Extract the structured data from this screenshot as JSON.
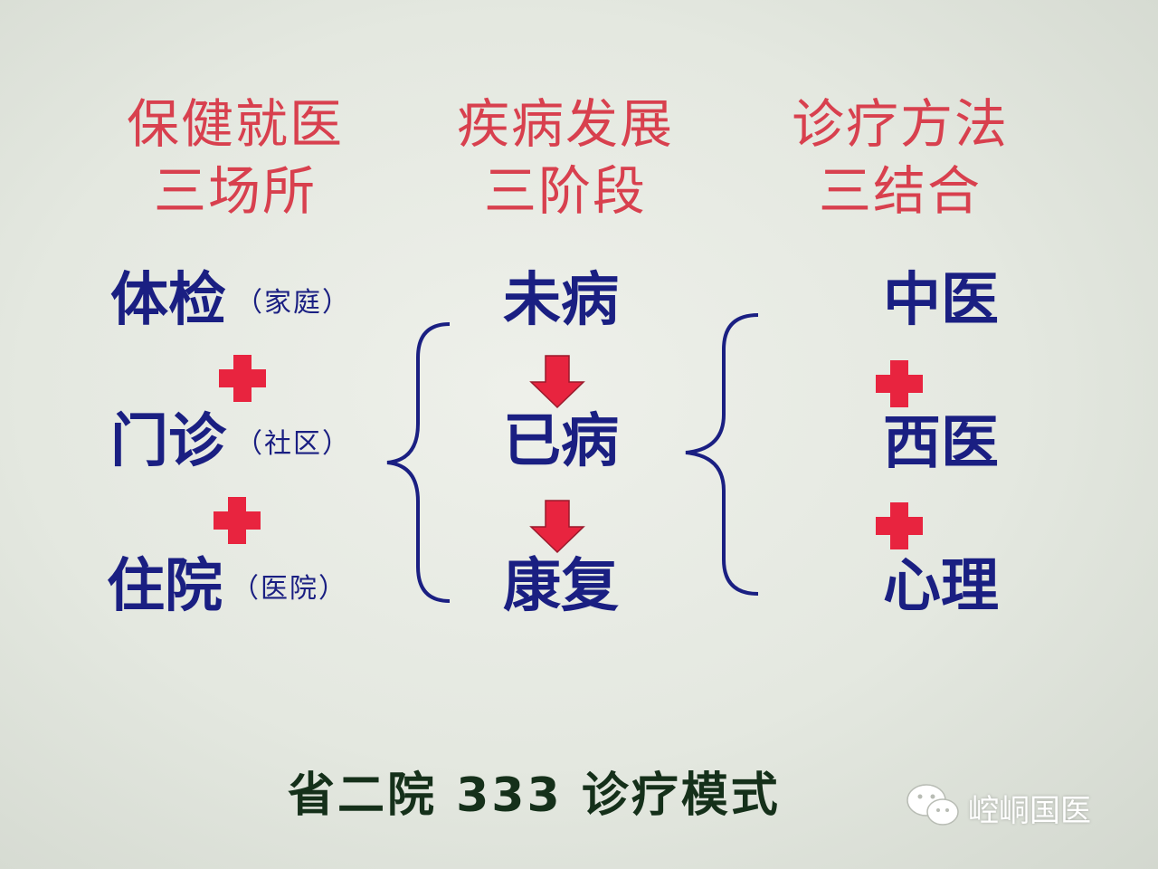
{
  "columns": [
    {
      "header_line1": "保健就医",
      "header_line2": "三场所"
    },
    {
      "header_line1": "疾病发展",
      "header_line2": "三阶段"
    },
    {
      "header_line1": "诊疗方法",
      "header_line2": "三结合"
    }
  ],
  "places": [
    {
      "name": "体检",
      "note": "（家庭）"
    },
    {
      "name": "门诊",
      "note": "（社区）"
    },
    {
      "name": "住院",
      "note": "（医院）"
    }
  ],
  "stages": [
    "未病",
    "已病",
    "康复"
  ],
  "methods": [
    "中医",
    "西医",
    "心理"
  ],
  "footer": {
    "title": "省二院  333  诊疗模式"
  },
  "watermark": {
    "text": "崆峒国医",
    "icon": "wechat-icon"
  },
  "colors": {
    "header": "#d8404e",
    "item": "#1a1f82",
    "cross": "#e8243f",
    "arrow": "#e8243f",
    "footer": "#15301a",
    "background": "#e6e9e2"
  }
}
